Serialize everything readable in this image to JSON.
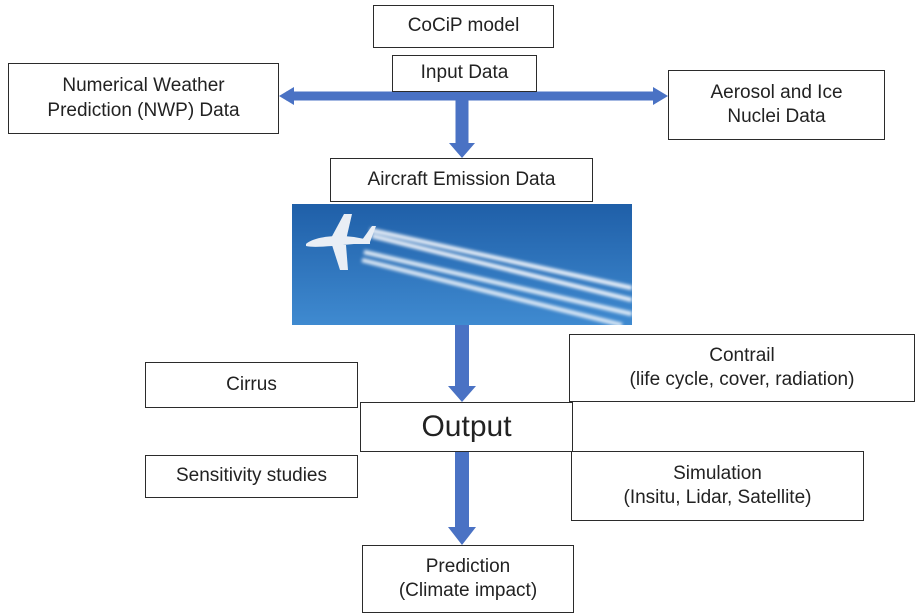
{
  "diagram": {
    "nodes": {
      "cocip_model": "CoCiP model",
      "input_data": "Input Data",
      "nwp_data": "Numerical Weather\nPrediction (NWP) Data",
      "aerosol_data": "Aerosol and Ice\nNuclei Data",
      "aircraft_emission": "Aircraft Emission Data",
      "cirrus": "Cirrus",
      "contrail": "Contrail\n (life cycle, cover, radiation)",
      "output": "Output",
      "sensitivity": "Sensitivity studies",
      "simulation": "Simulation\n(Insitu, Lidar, Satellite)",
      "prediction": "Prediction\n(Climate impact)"
    },
    "colors": {
      "arrow": "#4a72c4",
      "arrow_dark": "#3d63b5",
      "box_border": "#2b2b2b",
      "sky_top": "#1f5fa8",
      "sky_bottom": "#3f8ad0",
      "contrail": "#f3f7fc"
    },
    "photo": {
      "icon": "airplane-with-contrails-icon"
    },
    "edges": [
      {
        "from": "input_data",
        "to": "nwp_data"
      },
      {
        "from": "input_data",
        "to": "aerosol_data"
      },
      {
        "from": "input_data",
        "to": "aircraft_emission"
      },
      {
        "from": "aircraft_emission",
        "to": "output"
      },
      {
        "from": "output",
        "to": "prediction"
      }
    ]
  }
}
